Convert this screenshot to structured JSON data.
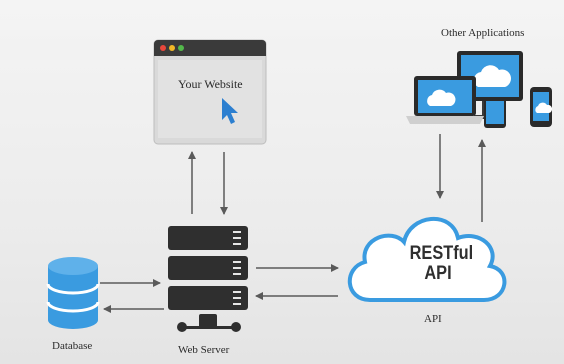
{
  "diagram": {
    "labels": {
      "your_website": "Your Website",
      "other_applications": "Other Applications",
      "restful_api": "RESTful API",
      "api": "API",
      "database": "Database",
      "web_server": "Web Server"
    },
    "colors": {
      "background": "#efefef",
      "server_dark": "#2f2f2f",
      "database_blue": "#3a9be0",
      "cloud_blue": "#3a9be0",
      "arrow_gray": "#5a5a5a",
      "cursor_blue": "#2c7fd0",
      "traffic_red": "#e8473b",
      "traffic_yellow": "#f1b727",
      "traffic_green": "#53b84b"
    },
    "icons": [
      "browser-window-icon",
      "cursor-icon",
      "laptop-icon",
      "monitor-icon",
      "tablet-icon",
      "phone-icon",
      "cloud-icon",
      "server-stack-icon",
      "database-icon",
      "network-icon"
    ]
  }
}
